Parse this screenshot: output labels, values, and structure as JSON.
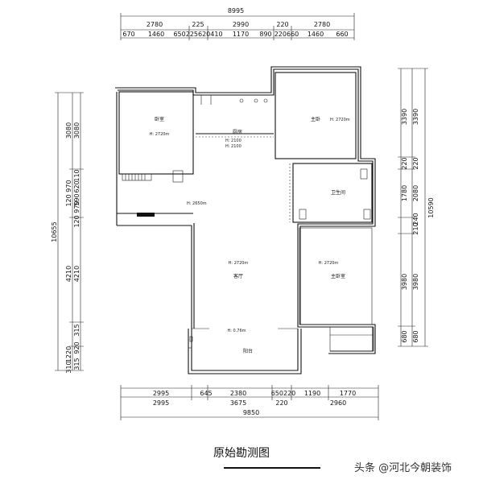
{
  "plan": {
    "overall_top": "8995",
    "top_row1": [
      "2780",
      "225",
      "2990",
      "220",
      "2780"
    ],
    "top_row2": [
      "670",
      "1460",
      "650225620410",
      "1170",
      "890",
      "220660",
      "1460",
      "660"
    ],
    "left_col1": [
      "10655"
    ],
    "left_col2": [
      "3080",
      "120 970",
      "4210",
      "1220",
      "310"
    ],
    "left_col3": [
      "3080",
      "110",
      "620",
      "590",
      "120 970",
      "4210",
      "315",
      "920",
      "315"
    ],
    "right_col1": [
      "3390",
      "220",
      "1780",
      "3980",
      "680"
    ],
    "right_col2": [
      "3390",
      "220",
      "2080",
      "240",
      "210",
      "3980",
      "680"
    ],
    "right_total": "10590",
    "bottom_row1": [
      "2995",
      "645",
      "2380",
      "650220",
      "1190",
      "1770"
    ],
    "bottom_row2": [
      "2995",
      "3675",
      "220",
      "2960"
    ],
    "bottom_total": "9850",
    "rooms": {
      "bedroom_left": "卧室",
      "bedroom_right": "主卧",
      "kitchen": "厨房",
      "bathroom": "卫生间",
      "living": "客厅",
      "master": "主卧室",
      "balcony": "阳台"
    },
    "room_h_labels": {
      "bedroom_left": "H: 2720m",
      "bedroom_right": "H: 2720m",
      "kitchen_h": "H: 2100",
      "kitchen_h2": "H: 2100",
      "living_h": "H: 2720m",
      "master_h": "H: 2720m",
      "balcony_h": "H: 0.76m",
      "corridor": "H: 2650m"
    },
    "title": "原始勘测图",
    "watermark": "头条 @河北今朝装饰"
  }
}
